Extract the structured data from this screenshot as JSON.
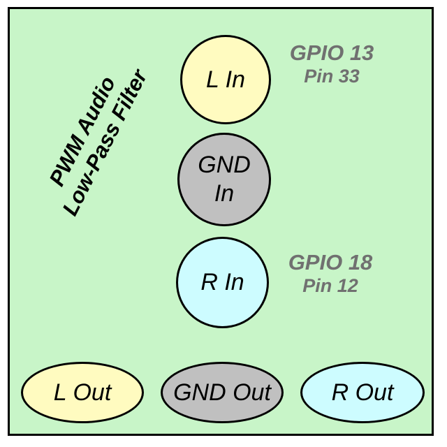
{
  "title": {
    "line1": "PWM Audio",
    "line2": "Low-Pass Filter"
  },
  "pads": {
    "l_in": {
      "line1": "L In"
    },
    "gnd_in": {
      "line1": "GND",
      "line2": "In"
    },
    "r_in": {
      "line1": "R In"
    },
    "l_out": {
      "line1": "L Out"
    },
    "gnd_out": {
      "line1": "GND Out"
    },
    "r_out": {
      "line1": "R Out"
    }
  },
  "pin_labels": {
    "left": {
      "gpio": "GPIO 13",
      "pin": "Pin 33"
    },
    "right": {
      "gpio": "GPIO 18",
      "pin": "Pin 12"
    }
  },
  "colors": {
    "board": "#c8f5c8",
    "left_channel": "#fffbc0",
    "ground": "#c0c0c0",
    "right_channel": "#cdfcff",
    "pin_label_text": "#707070"
  }
}
